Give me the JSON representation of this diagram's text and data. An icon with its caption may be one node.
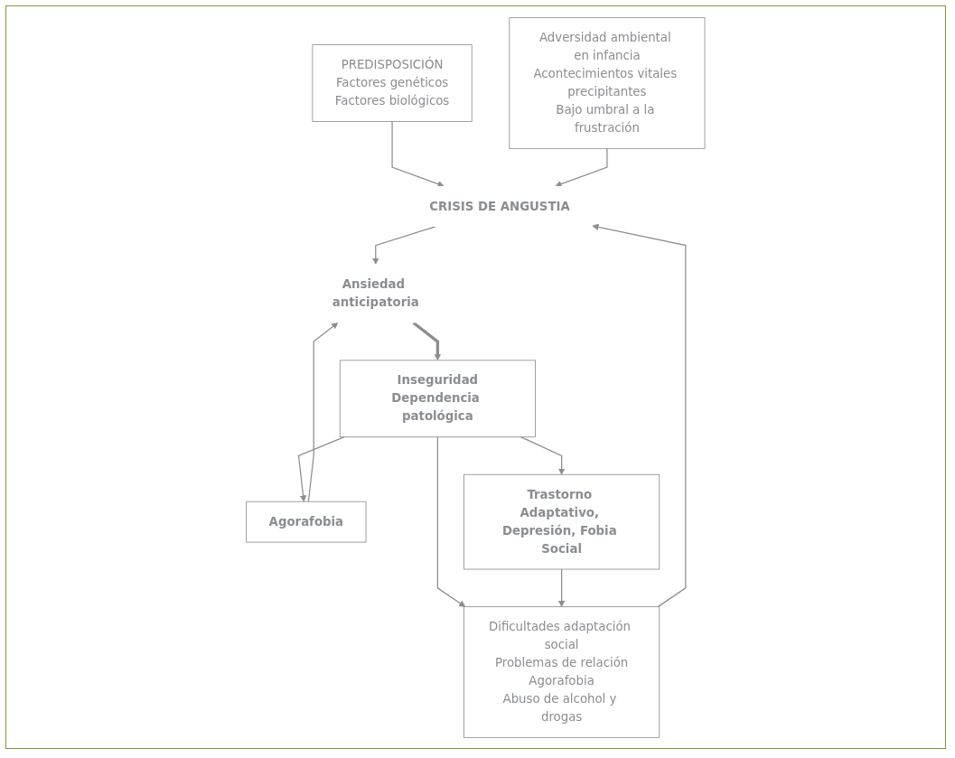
{
  "diagram": {
    "nodes": [
      {
        "text": [
          "PREDISPOSICIÓN",
          "Factores genéticos",
          "Factores biológicos"
        ]
      },
      {
        "text": [
          "Dificultades adaptación social",
          "Problemas de relación",
          "Agorafobia",
          "Abuso de alcohol y drogas"
        ]
      },
      {
        "text": [
          "Adversidad ambiental en infancia",
          "Acontecimientos vitales precipitantes",
          "Bajo umbral a la frustración"
        ]
      },
      {
        "text": [
          "CRISIS DE ANGUSTIA"
        ]
      },
      {
        "text": [
          "Ansiedad anticipatoria"
        ]
      },
      {
        "text": [
          "Inseguridad",
          "Dependencia patológica"
        ]
      },
      {
        "text": [
          "Agorafobia"
        ]
      },
      {
        "text": [
          "Trastorno Adaptativo, Depresión, Fobia Social"
        ]
      }
    ],
    "edges": [
      {
        "from": 0,
        "to": 3,
        "arrow": "to"
      },
      {
        "from": 1,
        "to": 3,
        "arrow": "to"
      },
      {
        "from": 2,
        "to": 3,
        "arrow": "to"
      },
      {
        "from": 3,
        "to": 4,
        "arrow": "to"
      },
      {
        "from": 4,
        "to": 5,
        "arrow": "to",
        "style": "thick"
      },
      {
        "from": 5,
        "to": 6,
        "arrow": "to"
      },
      {
        "from": 6,
        "to": 4,
        "arrow": "to"
      },
      {
        "from": 5,
        "to": 1,
        "arrow": "to"
      },
      {
        "from": 5,
        "to": 7,
        "arrow": "to"
      },
      {
        "from": 7,
        "to": 1,
        "arrow": "to"
      }
    ]
  }
}
